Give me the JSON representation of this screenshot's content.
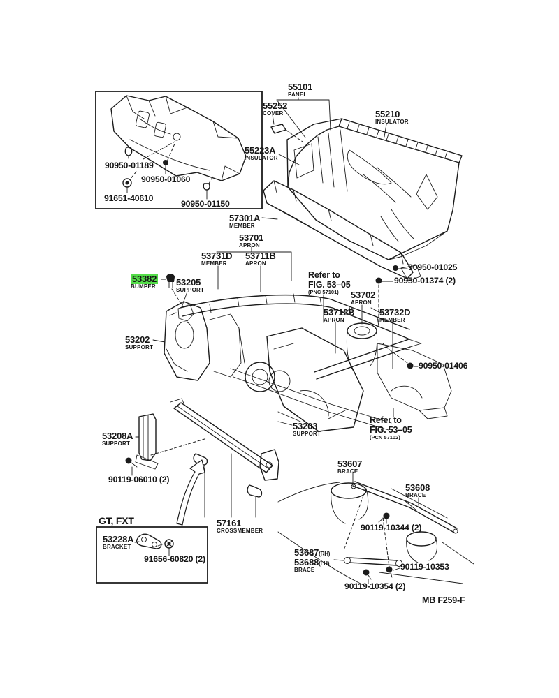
{
  "diagram": {
    "title": "Front body radiator support parts diagram",
    "code": "MB F259-F",
    "variant_note": "GT, FXT",
    "highlight_color": "#54dd49",
    "line_color": "#1b1b1b"
  },
  "labels": {
    "b01189": {
      "num": "90950-01189"
    },
    "b01060": {
      "num": "90950-01060"
    },
    "b40610": {
      "num": "91651-40610"
    },
    "b01150": {
      "num": "90950-01150"
    },
    "p55101": {
      "num": "55101",
      "sub": "PANEL"
    },
    "p55252": {
      "num": "55252",
      "sub": "COVER"
    },
    "p55210": {
      "num": "55210",
      "sub": "INSULATOR"
    },
    "p55223A": {
      "num": "55223A",
      "sub": "INSULATOR"
    },
    "p57301A": {
      "num": "57301A",
      "sub": "MEMBER"
    },
    "p53701": {
      "num": "53701",
      "sub": "APRON"
    },
    "p53731D": {
      "num": "53731D",
      "sub": "MEMBER"
    },
    "p53711B": {
      "num": "53711B",
      "sub": "APRON"
    },
    "refer1": {
      "l1": "Refer to",
      "l2": "FIG. 53–05",
      "l3": "(PNC 57101)"
    },
    "b01025": {
      "num": "90950-01025"
    },
    "b01374": {
      "num": "90950-01374 (2)"
    },
    "p53702": {
      "num": "53702",
      "sub": "APRON"
    },
    "p53712B": {
      "num": "53712B",
      "sub": "APRON"
    },
    "p53732D": {
      "num": "53732D",
      "sub": "MEMBER"
    },
    "p53382": {
      "num": "53382",
      "sub": "BUMPER"
    },
    "p53205": {
      "num": "53205",
      "sub": "SUPPORT"
    },
    "p53202": {
      "num": "53202",
      "sub": "SUPPORT"
    },
    "b01406": {
      "num": "90950-01406"
    },
    "p53203": {
      "num": "53203",
      "sub": "SUPPORT"
    },
    "refer2": {
      "l1": "Refer to",
      "l2": "FIG. 53–05",
      "l3": "(PCN 57102)"
    },
    "p53208A": {
      "num": "53208A",
      "sub": "SUPPORT"
    },
    "b06010": {
      "num": "90119-06010 (2)"
    },
    "p53228A": {
      "num": "53228A",
      "sub": "BRACKET"
    },
    "b60820": {
      "num": "91656-60820 (2)"
    },
    "p57161": {
      "num": "57161",
      "sub": "CROSSMEMBER"
    },
    "p53607": {
      "num": "53607",
      "sub": "BRACE"
    },
    "p53608": {
      "num": "53608",
      "sub": "BRACE"
    },
    "b10344": {
      "num": "90119-10344 (2)"
    },
    "p53687": {
      "num1": "53687",
      "suf1": "(RH)",
      "num2": "53688",
      "suf2": "(LH)",
      "sub": "BRACE"
    },
    "b10353": {
      "num": "90119-10353"
    },
    "b10354": {
      "num": "90119-10354 (2)"
    }
  }
}
